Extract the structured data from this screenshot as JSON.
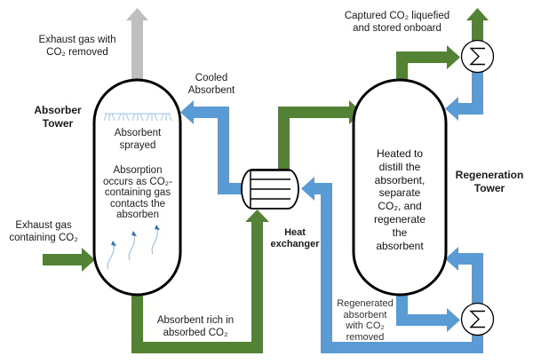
{
  "title": "Onboard CO2 capture process diagram",
  "colors": {
    "gas_green": "#548235",
    "absorbent_blue": "#5b9bd5",
    "exhaust_grey": "#bfbfbf",
    "vessel_stroke": "#000000",
    "spray_light_blue": "#9dc3e6"
  },
  "labels": {
    "exhaust_out": [
      "Exhaust gas with",
      "CO₂ removed"
    ],
    "absorber_tower": [
      "Absorber",
      "Tower"
    ],
    "cooled_absorbent": [
      "Cooled",
      "Absorbent"
    ],
    "absorbent_sprayed": [
      "Absorbent",
      "sprayed"
    ],
    "absorption_desc": [
      "Absorption",
      "occurs as CO₂-",
      "containing gas",
      "contacts the",
      "absorben"
    ],
    "exhaust_in": [
      "Exhaust gas",
      "containing CO₂"
    ],
    "rich_absorbent": [
      "Absorbent rich in",
      "absorbed CO₂"
    ],
    "heat_exchanger": [
      "Heat",
      "exchanger"
    ],
    "captured_co2": [
      "Captured CO₂ liquefied",
      "and stored onboard"
    ],
    "regeneration_desc": [
      "Heated to",
      "distill the",
      "absorbent,",
      "separate",
      "CO₂, and",
      "regenerate",
      "the",
      "absorbent"
    ],
    "regeneration_tower": [
      "Regeneration",
      "Tower"
    ],
    "regenerated_absorbent": [
      "Regenerated",
      "absorbent",
      "with CO₂",
      "removed"
    ]
  },
  "icons": {
    "cooler_symbol": "sigma-heat-exchanger-icon",
    "heat_exchanger_symbol": "shell-and-tube-icon"
  }
}
